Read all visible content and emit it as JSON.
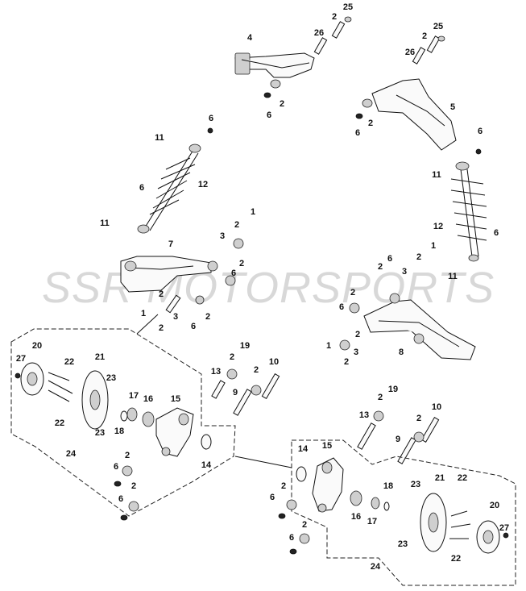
{
  "watermark": "SSR MOTORSPORTS",
  "callouts": [
    {
      "id": "c1",
      "text": "25"
    },
    {
      "id": "c2",
      "text": "2"
    },
    {
      "id": "c3",
      "text": "26"
    },
    {
      "id": "c4",
      "text": "4"
    },
    {
      "id": "c5",
      "text": "2"
    },
    {
      "id": "c6",
      "text": "6"
    },
    {
      "id": "c7",
      "text": "25"
    },
    {
      "id": "c8",
      "text": "2"
    },
    {
      "id": "c9",
      "text": "26"
    },
    {
      "id": "c10",
      "text": "5"
    },
    {
      "id": "c11",
      "text": "2"
    },
    {
      "id": "c12",
      "text": "6"
    },
    {
      "id": "c13",
      "text": "6"
    },
    {
      "id": "c14",
      "text": "11"
    },
    {
      "id": "c15",
      "text": "12"
    },
    {
      "id": "c16",
      "text": "6"
    },
    {
      "id": "c17",
      "text": "11"
    },
    {
      "id": "c18",
      "text": "1"
    },
    {
      "id": "c19",
      "text": "2"
    },
    {
      "id": "c20",
      "text": "7"
    },
    {
      "id": "c21",
      "text": "3"
    },
    {
      "id": "c22",
      "text": "2"
    },
    {
      "id": "c23",
      "text": "6"
    },
    {
      "id": "c24",
      "text": "2"
    },
    {
      "id": "c25",
      "text": "3"
    },
    {
      "id": "c26",
      "text": "1"
    },
    {
      "id": "c27",
      "text": "2"
    },
    {
      "id": "c28",
      "text": "6"
    },
    {
      "id": "c29",
      "text": "2"
    },
    {
      "id": "c30",
      "text": "6"
    },
    {
      "id": "c31",
      "text": "11"
    },
    {
      "id": "c32",
      "text": "12"
    },
    {
      "id": "c33",
      "text": "6"
    },
    {
      "id": "c34",
      "text": "1"
    },
    {
      "id": "c35",
      "text": "2"
    },
    {
      "id": "c36",
      "text": "3"
    },
    {
      "id": "c37",
      "text": "2"
    },
    {
      "id": "c38",
      "text": "6"
    },
    {
      "id": "c39",
      "text": "11"
    },
    {
      "id": "c40",
      "text": "2"
    },
    {
      "id": "c41",
      "text": "6"
    },
    {
      "id": "c42",
      "text": "2"
    },
    {
      "id": "c43",
      "text": "3"
    },
    {
      "id": "c44",
      "text": "1"
    },
    {
      "id": "c45",
      "text": "2"
    },
    {
      "id": "c46",
      "text": "8"
    },
    {
      "id": "c47",
      "text": "20"
    },
    {
      "id": "c48",
      "text": "27"
    },
    {
      "id": "c49",
      "text": "22"
    },
    {
      "id": "c50",
      "text": "21"
    },
    {
      "id": "c51",
      "text": "23"
    },
    {
      "id": "c52",
      "text": "22"
    },
    {
      "id": "c53",
      "text": "23"
    },
    {
      "id": "c54",
      "text": "18"
    },
    {
      "id": "c55",
      "text": "17"
    },
    {
      "id": "c56",
      "text": "16"
    },
    {
      "id": "c57",
      "text": "15"
    },
    {
      "id": "c58",
      "text": "24"
    },
    {
      "id": "c59",
      "text": "2"
    },
    {
      "id": "c60",
      "text": "19"
    },
    {
      "id": "c61",
      "text": "13"
    },
    {
      "id": "c62",
      "text": "2"
    },
    {
      "id": "c63",
      "text": "10"
    },
    {
      "id": "c64",
      "text": "9"
    },
    {
      "id": "c65",
      "text": "14"
    },
    {
      "id": "c66",
      "text": "6"
    },
    {
      "id": "c67",
      "text": "2"
    },
    {
      "id": "c68",
      "text": "6"
    },
    {
      "id": "c69",
      "text": "2"
    },
    {
      "id": "c70",
      "text": "2"
    },
    {
      "id": "c71",
      "text": "19"
    },
    {
      "id": "c72",
      "text": "13"
    },
    {
      "id": "c73",
      "text": "2"
    },
    {
      "id": "c74",
      "text": "10"
    },
    {
      "id": "c75",
      "text": "9"
    },
    {
      "id": "c76",
      "text": "14"
    },
    {
      "id": "c77",
      "text": "15"
    },
    {
      "id": "c78",
      "text": "2"
    },
    {
      "id": "c79",
      "text": "6"
    },
    {
      "id": "c80",
      "text": "21"
    },
    {
      "id": "c81",
      "text": "22"
    },
    {
      "id": "c82",
      "text": "23"
    },
    {
      "id": "c83",
      "text": "18"
    },
    {
      "id": "c84",
      "text": "16"
    },
    {
      "id": "c85",
      "text": "17"
    },
    {
      "id": "c86",
      "text": "20"
    },
    {
      "id": "c87",
      "text": "27"
    },
    {
      "id": "c88",
      "text": "22"
    },
    {
      "id": "c89",
      "text": "23"
    },
    {
      "id": "c90",
      "text": "2"
    },
    {
      "id": "c91",
      "text": "6"
    },
    {
      "id": "c92",
      "text": "24"
    }
  ]
}
